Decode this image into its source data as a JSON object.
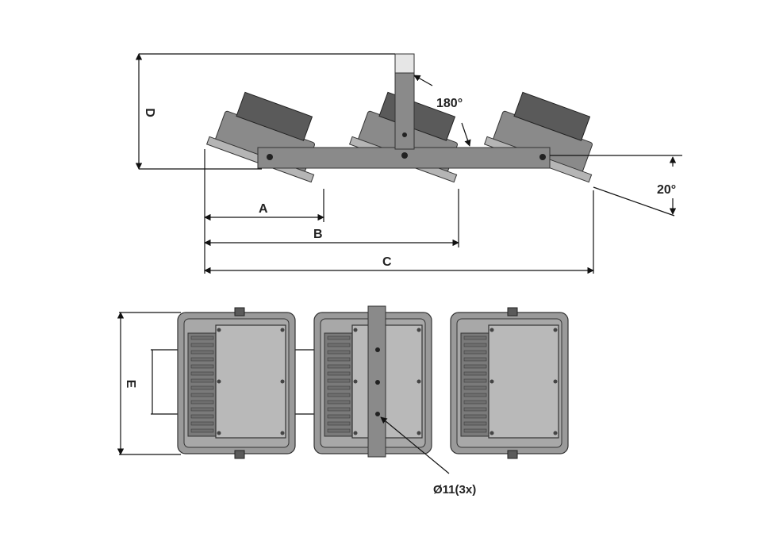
{
  "diagram": {
    "dimensions": {
      "a": "A",
      "b": "B",
      "c": "C",
      "d": "D",
      "e": "E"
    },
    "annotations": {
      "rotation": "180°",
      "tilt": "20°",
      "holes": "Ø11(3x)"
    },
    "colors": {
      "metal": "#8a8a8a",
      "panel": "#b9b9b9",
      "line": "#111111"
    }
  }
}
